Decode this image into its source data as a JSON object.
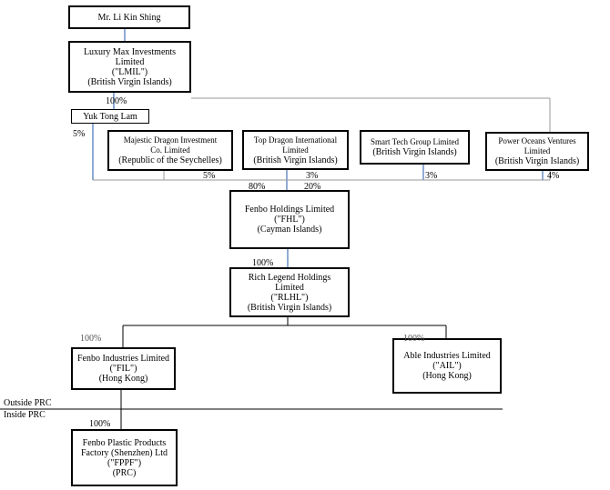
{
  "entities": {
    "li_kin_shing": {
      "lines": [
        "Mr. Li Kin Shing"
      ]
    },
    "lmil": {
      "lines": [
        "Luxury Max Investments",
        "Limited",
        "(\"LMIL\")",
        "(British Virgin Islands)"
      ]
    },
    "yuk_tong_lam": {
      "lines": [
        "Yuk Tong Lam"
      ]
    },
    "majestic": {
      "lines": [
        "Majestic Dragon Investment",
        "Co. Limited",
        "(Republic of the Seychelles)"
      ]
    },
    "top_dragon": {
      "lines": [
        "Top Dragon International",
        "Limited",
        "(British Virgin Islands)"
      ]
    },
    "smart_tech": {
      "lines": [
        "Smart Tech Group Limited",
        "(British Virgin Islands)"
      ]
    },
    "power_oceans": {
      "lines": [
        "Power Oceans Ventures",
        "Limited",
        "(British Virgin Islands)"
      ]
    },
    "fhl": {
      "lines": [
        "Fenbo Holdings Limited",
        "(\"FHL\")",
        "(Cayman Islands)"
      ]
    },
    "rlhl": {
      "lines": [
        "Rich Legend Holdings",
        "Limited",
        "(\"RLHL\")",
        "(British Virgin Islands)"
      ]
    },
    "fil": {
      "lines": [
        "Fenbo Industries Limited",
        "(\"FIL\")",
        "(Hong Kong)"
      ]
    },
    "ail": {
      "lines": [
        "Able Industries Limited",
        "(\"AIL\")",
        "(Hong Kong)"
      ]
    },
    "fppf": {
      "lines": [
        "Fenbo Plastic Products",
        "Factory (Shenzhen) Ltd",
        "(\"FPPF\")",
        "(PRC)"
      ]
    }
  },
  "percentages": {
    "lmil_to_yuk": "100%",
    "yuk_to_fhl": "5%",
    "majestic_to_fhl": "5%",
    "top_dragon_to_fhl": "3%",
    "smart_tech_to_fhl": "3%",
    "power_oceans_to_fhl": "4%",
    "left_into_fhl": "80%",
    "right_into_fhl": "20%",
    "fhl_to_rlhl": "100%",
    "rlhl_to_fil": "100%",
    "rlhl_to_ail": "100%",
    "fil_to_fppf": "100%"
  },
  "boundary": {
    "outside_label": "Outside PRC",
    "inside_label": "Inside PRC"
  },
  "colors": {
    "connector": "#6b8fc7",
    "border": "#000000"
  }
}
